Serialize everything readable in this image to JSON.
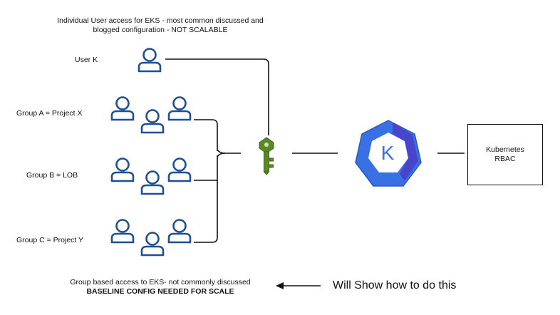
{
  "top_caption": {
    "line1": "Individual User access for EKS - most common discussed and",
    "line2": "blogged configuration - NOT SCALABLE"
  },
  "labels": {
    "user_k": "User K",
    "group_a": "Group A = Project X",
    "group_b": "Group B = LOB",
    "group_c": "Group C = Project Y"
  },
  "kubernetes_logo_letter": "K",
  "rbac": {
    "line1": "Kubernetes",
    "line2": "RBAC"
  },
  "bottom_caption": {
    "line1": "Group based access to EKS- not commonly discussed",
    "line2": "BASELINE CONFIG NEEDED FOR SCALE"
  },
  "callout": "Will Show how to do this",
  "colors": {
    "user_outline": "#1f4f91",
    "key_green": "#5a8a28",
    "k8s_blue": "#3970e4",
    "line": "#111111"
  },
  "icons": [
    "user-icon",
    "group-icon",
    "iam-key-icon",
    "kubernetes-icon",
    "arrow-left-icon"
  ]
}
